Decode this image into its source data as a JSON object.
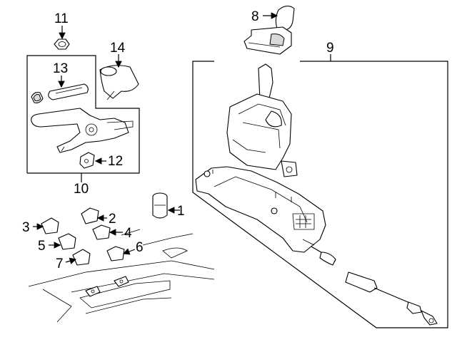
{
  "callouts": {
    "c1": "1",
    "c2": "2",
    "c3": "3",
    "c4": "4",
    "c5": "5",
    "c6": "6",
    "c7": "7",
    "c8": "8",
    "c9": "9",
    "c10": "10",
    "c11": "11",
    "c12": "12",
    "c13": "13",
    "c14": "14"
  },
  "colors": {
    "line": "#000000",
    "background": "#ffffff",
    "shading": "#d9d9d9"
  }
}
